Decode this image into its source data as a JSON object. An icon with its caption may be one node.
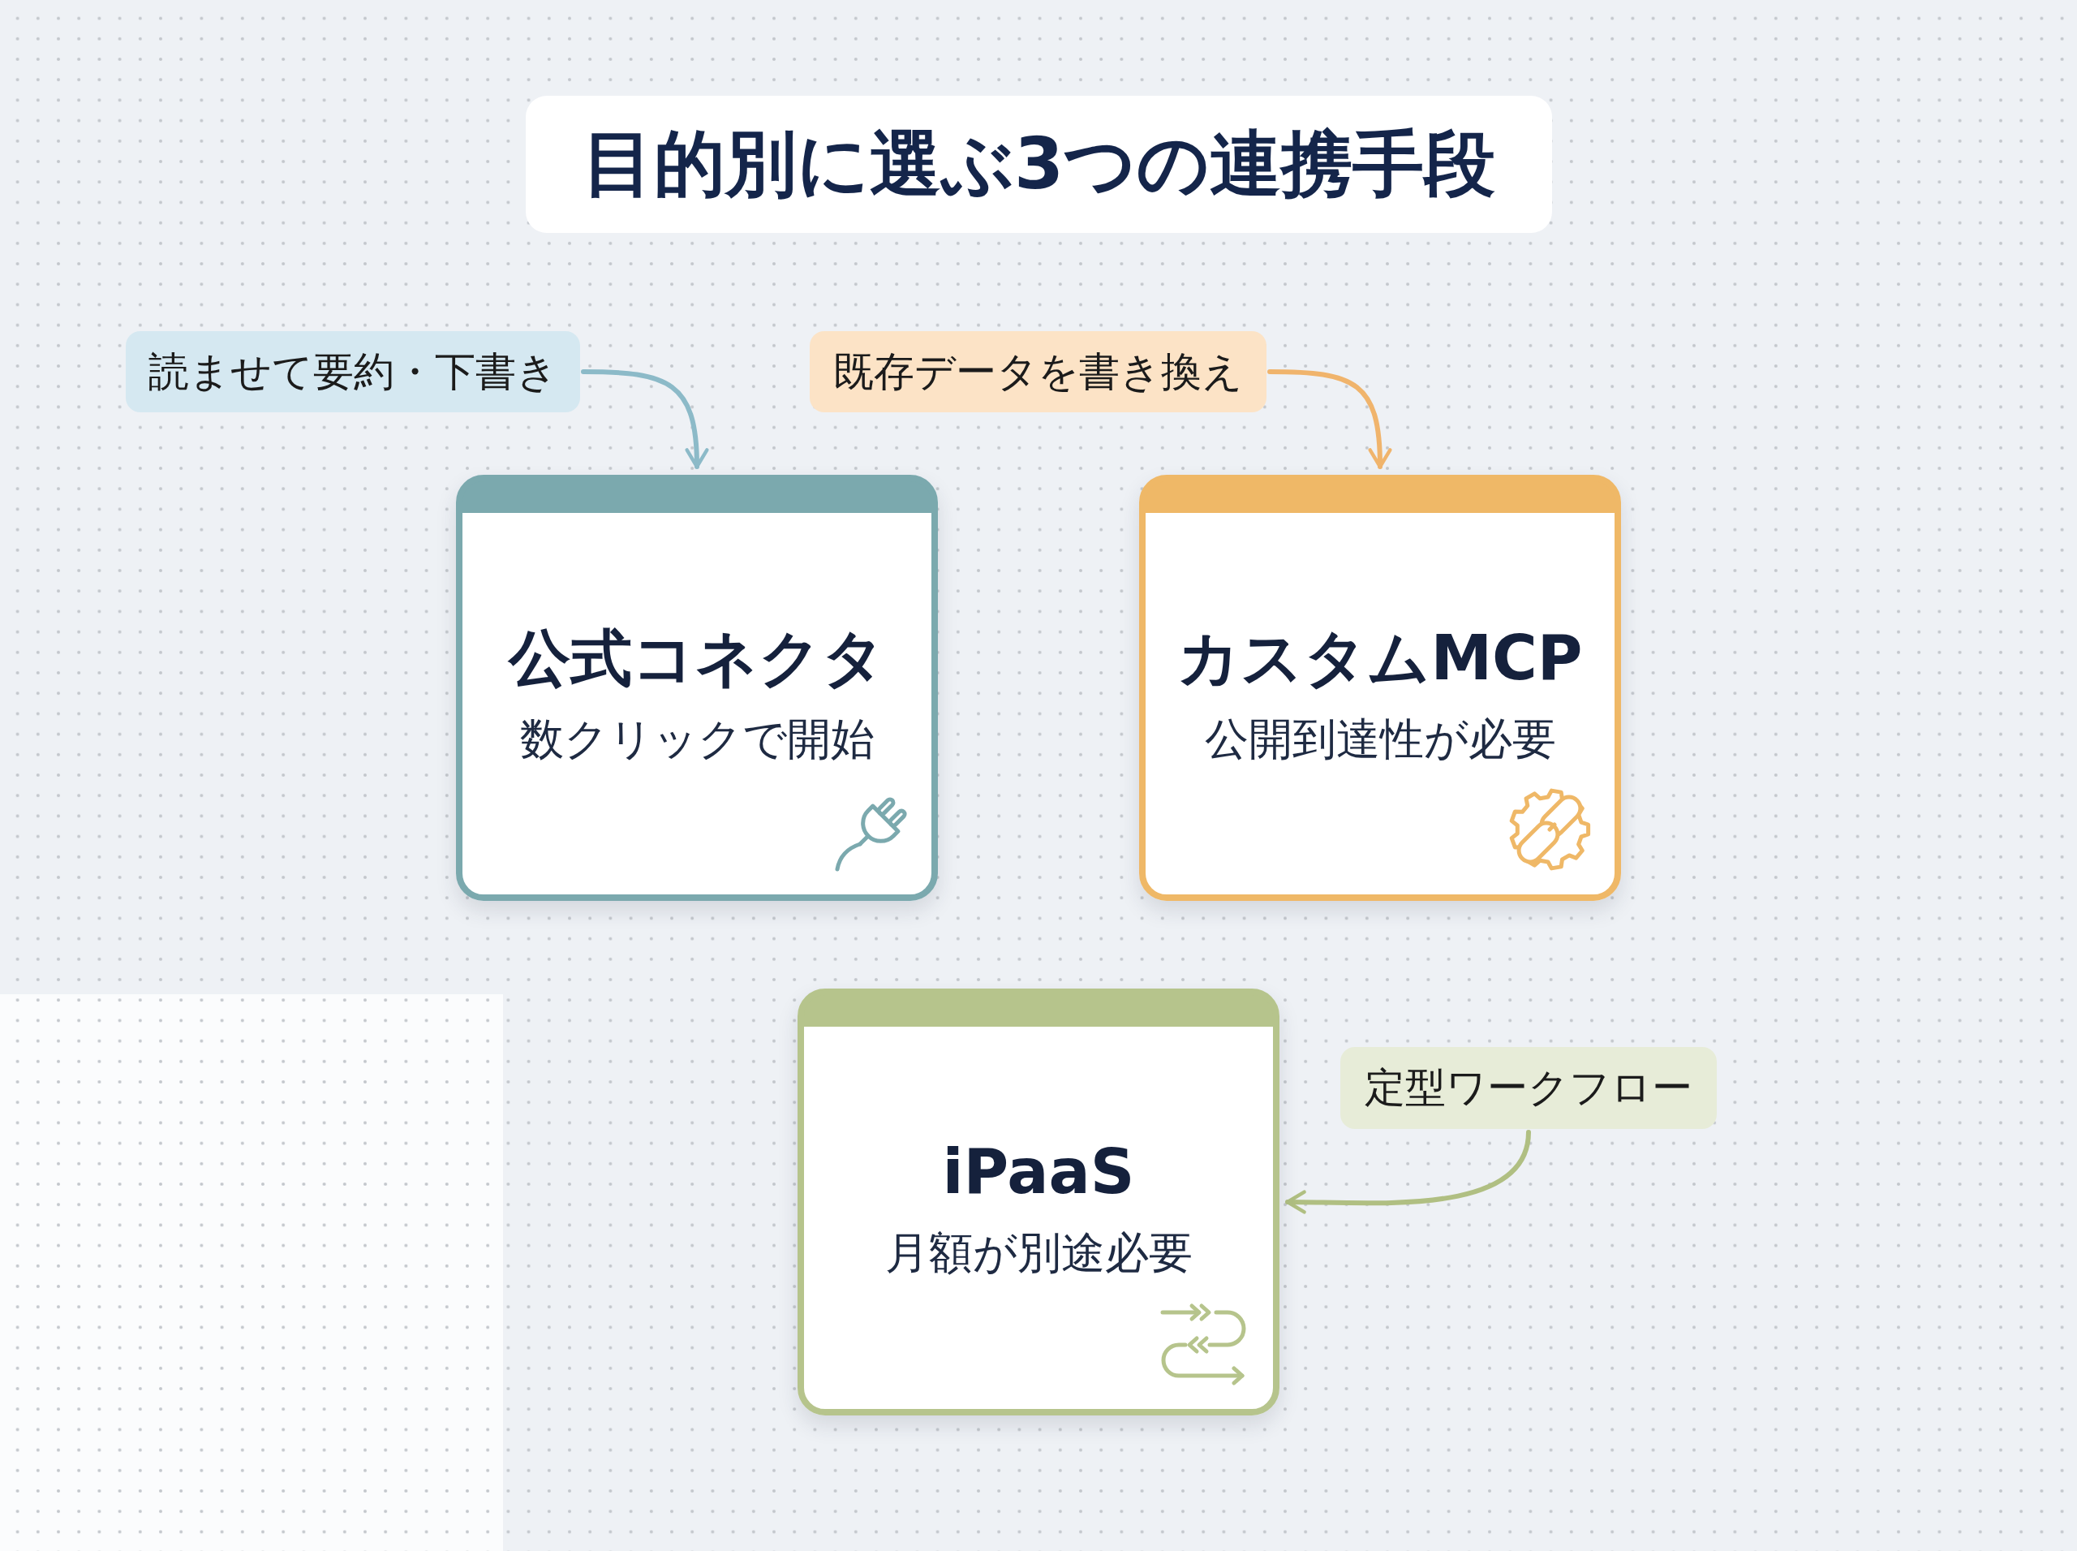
{
  "diagram": {
    "title": "目的別に選ぶ3つの連携手段",
    "nodes": [
      {
        "text": [
          "読ませて要約・下書き"
        ]
      },
      {
        "text": [
          "既存データを書き換え"
        ]
      },
      {
        "text": [
          "公式コネクタ",
          "数クリックで開始"
        ]
      },
      {
        "text": [
          "カスタムMCP",
          "公開到達性が必要"
        ]
      },
      {
        "text": [
          "iPaaS",
          "月額が別途必要"
        ]
      },
      {
        "text": [
          "定型ワークフロー"
        ]
      }
    ],
    "edges": [
      {
        "from": 0,
        "to": 2,
        "arrow": "to",
        "color": "#8cbac8"
      },
      {
        "from": 1,
        "to": 3,
        "arrow": "to",
        "color": "#f0b46c"
      },
      {
        "from": 5,
        "to": 4,
        "arrow": "to",
        "color": "#b0bf82"
      }
    ]
  }
}
